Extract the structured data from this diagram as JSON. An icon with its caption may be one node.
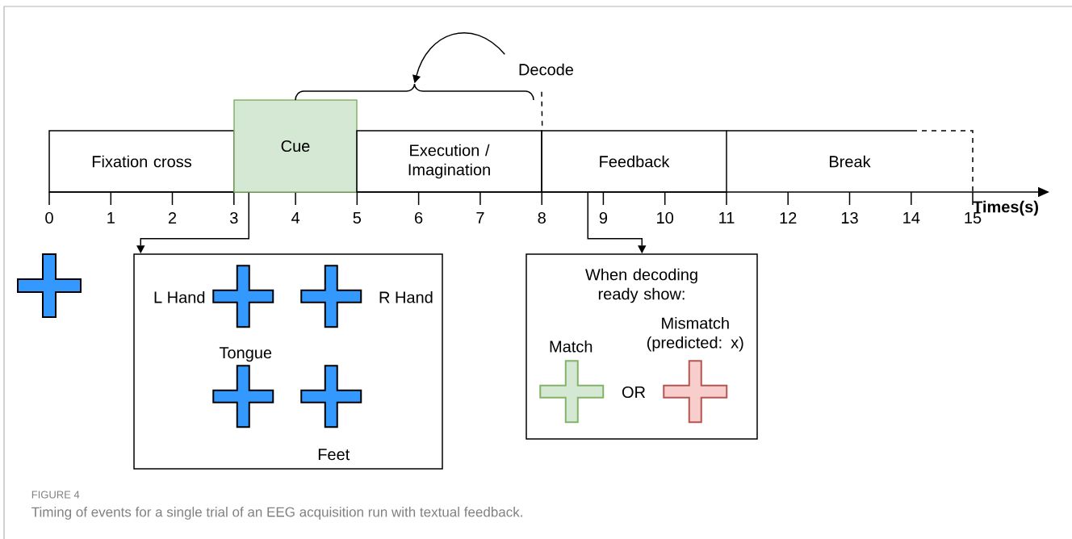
{
  "diagram": {
    "caption": "Timing of events for a single trial of an EEG acquisition run with textual feedback.",
    "nodes": [
      {
        "text": [
          "Fixation cross"
        ]
      },
      {
        "text": [
          "Cue"
        ]
      },
      {
        "text": [
          "Execution / Imagination"
        ]
      },
      {
        "text": [
          "Feedback"
        ]
      },
      {
        "text": [
          "Break"
        ]
      },
      {
        "text": [],
        "shape": "cross"
      },
      {
        "text": [],
        "shape": "box"
      },
      {
        "text": [],
        "shape": "cross",
        "in": 6,
        "beside": [
          "L Hand"
        ]
      },
      {
        "text": [],
        "shape": "cross",
        "in": 6,
        "beside": [
          "R Hand"
        ]
      },
      {
        "text": [],
        "shape": "cross",
        "in": 6,
        "beside": [
          "Tongue"
        ]
      },
      {
        "text": [],
        "shape": "cross",
        "in": 6,
        "beside": [
          "Feet"
        ]
      },
      {
        "text": [
          "When decoding ready show:"
        ]
      },
      {
        "text": [],
        "shape": "cross",
        "in": 11,
        "beside": [
          "Match"
        ]
      },
      {
        "text": [],
        "shape": "cross",
        "in": 11,
        "beside": [
          "Mismatch (predicted: x)"
        ]
      },
      {
        "text": [
          "Decode"
        ]
      },
      {
        "text": [],
        "shape": "brace"
      }
    ],
    "edges": [
      {
        "from": 1,
        "to": 6,
        "arrow": "to"
      },
      {
        "from": 3,
        "to": 11,
        "arrow": "to"
      },
      {
        "from": 14,
        "to": 15,
        "arrow": "to"
      },
      {
        "from": 14,
        "to": 2,
        "arrow": "none",
        "style": "dashed"
      }
    ],
    "labels": [
      "0",
      "1",
      "2",
      "3",
      "4",
      "5",
      "6",
      "7",
      "8",
      "9",
      "10",
      "11",
      "12",
      "13",
      "14",
      "15",
      "Times(s)",
      "OR",
      "FIGURE 4"
    ]
  }
}
